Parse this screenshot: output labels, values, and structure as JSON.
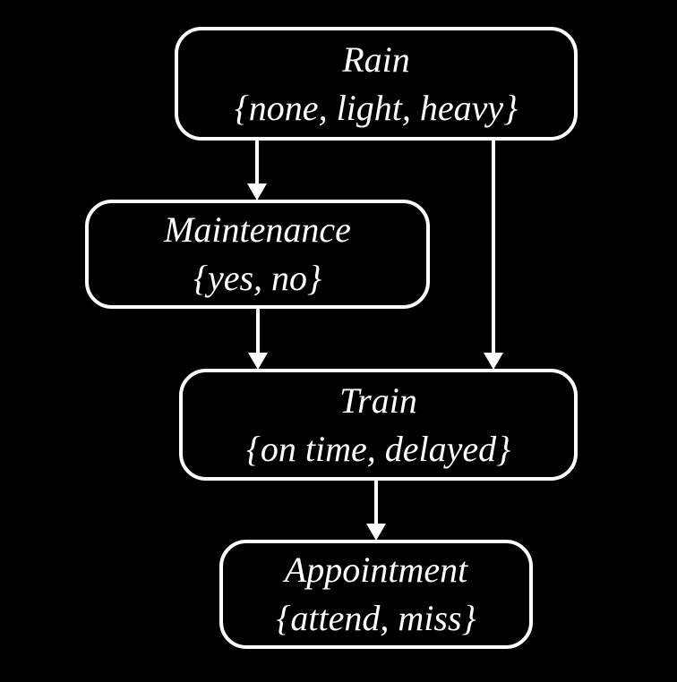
{
  "diagram": {
    "type": "bayesian-network",
    "colors": {
      "background": "#000000",
      "node_border": "#ffffff",
      "text": "#ffffff",
      "arrow": "#ffffff"
    },
    "nodes": [
      {
        "id": "rain",
        "label": "Rain",
        "values": "{none, light, heavy}"
      },
      {
        "id": "maintenance",
        "label": "Maintenance",
        "values": "{yes, no}"
      },
      {
        "id": "train",
        "label": "Train",
        "values": "{on time, delayed}"
      },
      {
        "id": "appointment",
        "label": "Appointment",
        "values": "{attend, miss}"
      }
    ],
    "edges": [
      {
        "from": "rain",
        "to": "maintenance"
      },
      {
        "from": "rain",
        "to": "train"
      },
      {
        "from": "maintenance",
        "to": "train"
      },
      {
        "from": "train",
        "to": "appointment"
      }
    ]
  }
}
